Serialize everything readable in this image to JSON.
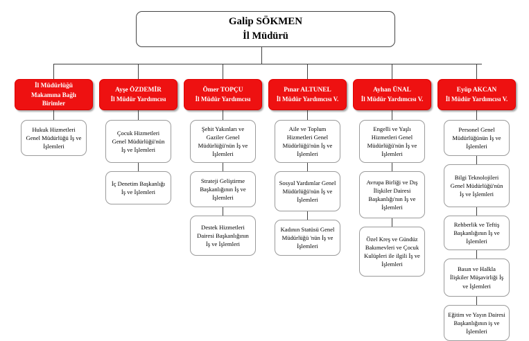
{
  "diagram": {
    "type": "organization-chart",
    "colors": {
      "accent_red": "#ee1111",
      "box_border": "#9a9a9a",
      "line": "#3f3f3f",
      "text_on_red": "#ffffff"
    },
    "root": {
      "name": "Galip SÖKMEN",
      "title": "İl Müdürü"
    },
    "columns": [
      {
        "head": {
          "name": "İl Müdürlüğü",
          "title": "Makamına Bağlı",
          "title2": "Birimler",
          "is_unit_group": true
        },
        "children": [
          "Hukuk Hizmetleri Genel Müdürlüğü İş ve İşlemleri"
        ]
      },
      {
        "head": {
          "name": "Ayşe ÖZDEMİR",
          "title": "İl Müdür Yardımcısı"
        },
        "children": [
          "Çocuk Hizmetleri Genel Müdürlüğü'nün İş ve İşlemleri",
          "İç Denetim Başkanlığı İş ve İşlemleri"
        ]
      },
      {
        "head": {
          "name": "Ömer TOPÇU",
          "title": "İl Müdür Yardımcısı"
        },
        "children": [
          "Şehit Yakınları ve Gaziler Genel Müdürlüğü'nün İş ve İşlemleri",
          "Strateji Geliştirme Başkanlığının İş ve İşlemleri",
          "Destek Hizmetleri Dairesi Başkanlığının İş ve İşlemleri"
        ]
      },
      {
        "head": {
          "name": "Pınar ALTUNEL",
          "title": "İl Müdür Yardımcısı V."
        },
        "children": [
          "Aile ve Toplum Hizmetleri Genel Müdürlüğü'nün İş ve İşlemleri",
          "Sosyal Yardımlar Genel Müdürlüğü'nün İş ve İşlemleri",
          "Kadının Statüsü Genel Müdürlüğü 'nün İş ve İşlemleri"
        ]
      },
      {
        "head": {
          "name": "Ayhan ÜNAL",
          "title": "İl Müdür Yardımcısı V."
        },
        "children": [
          "Engelli ve Yaşlı Hizmetleri Genel Müdürlüğü'nün İş ve İşlemleri",
          "Avrupa Birliği ve Dış İlişkiler Dairesi Başkanlığı'nın İş ve İşlemleri",
          "Özel Kreş ve Gündüz Bakımevleri ve Çocuk Kulüpleri ile ilgili İş ve İşlemleri"
        ]
      },
      {
        "head": {
          "name": "Eyüp AKCAN",
          "title": "İl Müdür Yardımcısı V."
        },
        "children": [
          "Personel Genel Müdürlüğünün İş ve İşlemleri",
          "Bilgi Teknolojileri Genel Müdürlüğü'nün İş ve İşlemleri",
          "Rehberlik ve Teftiş Başkanlığının İş ve İşlemleri",
          "Basın ve Halkla İlişkiler Müşavirliği İş ve İşlemleri",
          "Eğitim ve Yayın Dairesi Başkanlığının iş ve İşlemleri"
        ]
      }
    ]
  }
}
